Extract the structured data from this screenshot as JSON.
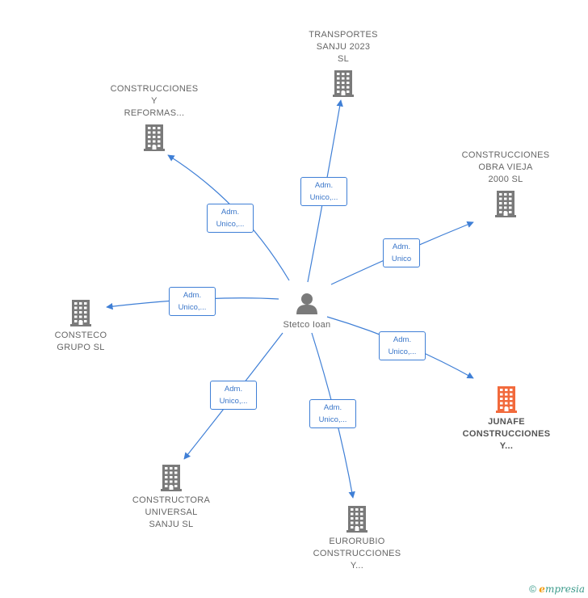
{
  "center": {
    "name": "Stetco Ioan"
  },
  "colors": {
    "edge": "#3f7fd6",
    "building": "#7a7a7a",
    "building_highlight": "#f26a3c"
  },
  "nodes": [
    {
      "id": "transportes",
      "label": "TRANSPORTES\nSANJU 2023\nSL",
      "edge_label": "Adm.\nUnico,...",
      "highlight": false
    },
    {
      "id": "construcciones-reformas",
      "label": "CONSTRUCCIONES\nY\nREFORMAS...",
      "edge_label": "Adm.\nUnico,...",
      "highlight": false
    },
    {
      "id": "obra-vieja",
      "label": "CONSTRUCCIONES\nOBRA VIEJA\n2000 SL",
      "edge_label": "Adm.\nUnico",
      "highlight": false
    },
    {
      "id": "consteco",
      "label": "CONSTECO\nGRUPO SL",
      "edge_label": "Adm.\nUnico,...",
      "highlight": false
    },
    {
      "id": "junafe",
      "label": "JUNAFE\nCONSTRUCCIONES\nY...",
      "edge_label": "Adm.\nUnico,...",
      "highlight": true
    },
    {
      "id": "constructora-universal",
      "label": "CONSTRUCTORA\nUNIVERSAL\nSANJU SL",
      "edge_label": "Adm.\nUnico,...",
      "highlight": false
    },
    {
      "id": "eurorubio",
      "label": "EURORUBIO\nCONSTRUCCIONES\nY...",
      "edge_label": "Adm.\nUnico,...",
      "highlight": false
    }
  ],
  "watermark": {
    "copyright": "©",
    "brand_first": "e",
    "brand_rest": "mpresia"
  }
}
